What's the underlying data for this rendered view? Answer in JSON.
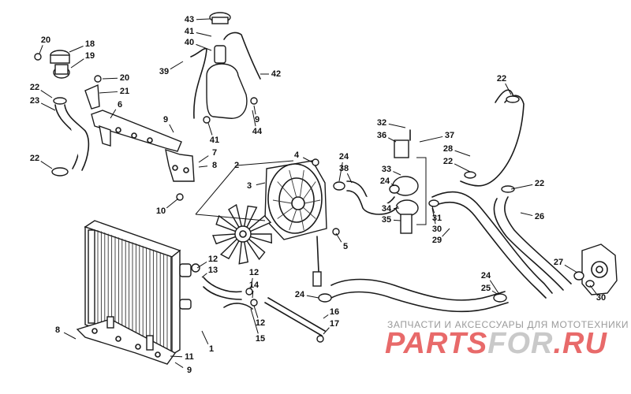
{
  "diagram": {
    "callouts": [
      {
        "id": "c1",
        "text": "1"
      },
      {
        "id": "c2",
        "text": "2"
      },
      {
        "id": "c3",
        "text": "3"
      },
      {
        "id": "c4",
        "text": "4"
      },
      {
        "id": "c5",
        "text": "5"
      },
      {
        "id": "c6",
        "text": "6"
      },
      {
        "id": "c7",
        "text": "7"
      },
      {
        "id": "c8a",
        "text": "8"
      },
      {
        "id": "c8b",
        "text": "8"
      },
      {
        "id": "c9a",
        "text": "9"
      },
      {
        "id": "c9b",
        "text": "9"
      },
      {
        "id": "c9c",
        "text": "9"
      },
      {
        "id": "c10",
        "text": "10"
      },
      {
        "id": "c11",
        "text": "11"
      },
      {
        "id": "c12a",
        "text": "12"
      },
      {
        "id": "c12b",
        "text": "12"
      },
      {
        "id": "c12c",
        "text": "12"
      },
      {
        "id": "c13",
        "text": "13"
      },
      {
        "id": "c14",
        "text": "14"
      },
      {
        "id": "c15",
        "text": "15"
      },
      {
        "id": "c16",
        "text": "16"
      },
      {
        "id": "c17",
        "text": "17"
      },
      {
        "id": "c18",
        "text": "18"
      },
      {
        "id": "c19",
        "text": "19"
      },
      {
        "id": "c20a",
        "text": "20"
      },
      {
        "id": "c20b",
        "text": "20"
      },
      {
        "id": "c21",
        "text": "21"
      },
      {
        "id": "c22a",
        "text": "22"
      },
      {
        "id": "c22b",
        "text": "22"
      },
      {
        "id": "c22c",
        "text": "22"
      },
      {
        "id": "c22d",
        "text": "22"
      },
      {
        "id": "c22e",
        "text": "22"
      },
      {
        "id": "c23",
        "text": "23"
      },
      {
        "id": "c24a",
        "text": "24"
      },
      {
        "id": "c24b",
        "text": "24"
      },
      {
        "id": "c24c",
        "text": "24"
      },
      {
        "id": "c24d",
        "text": "24"
      },
      {
        "id": "c25",
        "text": "25"
      },
      {
        "id": "c26",
        "text": "26"
      },
      {
        "id": "c27",
        "text": "27"
      },
      {
        "id": "c28",
        "text": "28"
      },
      {
        "id": "c29",
        "text": "29"
      },
      {
        "id": "c30a",
        "text": "30"
      },
      {
        "id": "c30b",
        "text": "30"
      },
      {
        "id": "c31",
        "text": "31"
      },
      {
        "id": "c32",
        "text": "32"
      },
      {
        "id": "c33",
        "text": "33"
      },
      {
        "id": "c34",
        "text": "34"
      },
      {
        "id": "c35",
        "text": "35"
      },
      {
        "id": "c36",
        "text": "36"
      },
      {
        "id": "c37",
        "text": "37"
      },
      {
        "id": "c38",
        "text": "38"
      },
      {
        "id": "c39",
        "text": "39"
      },
      {
        "id": "c40",
        "text": "40"
      },
      {
        "id": "c41a",
        "text": "41"
      },
      {
        "id": "c41b",
        "text": "41"
      },
      {
        "id": "c42",
        "text": "42"
      },
      {
        "id": "c43",
        "text": "43"
      },
      {
        "id": "c44",
        "text": "44"
      }
    ]
  },
  "watermark": {
    "subtitle": "ЗАПЧАСТИ И АКСЕССУАРЫ ДЛЯ МОТОТЕХНИКИ",
    "logo_part1": "PARTS",
    "logo_part2": "FOR",
    "logo_part3": ".RU",
    "colors": {
      "accent": "#e86a6a",
      "gray": "#c9c9c9",
      "text": "#9a9a9a"
    }
  }
}
